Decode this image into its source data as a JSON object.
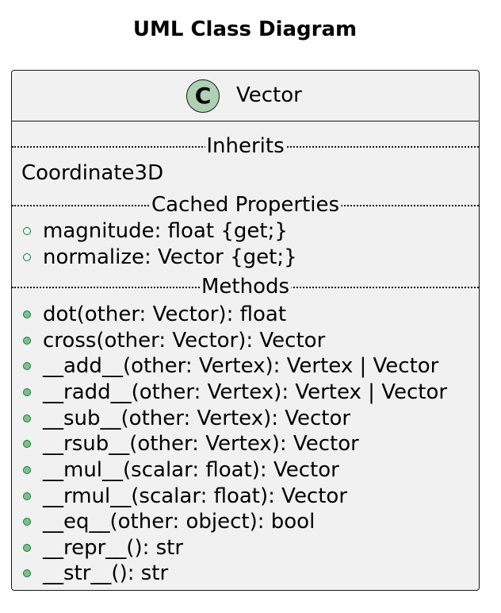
{
  "diagram": {
    "title": "UML Class Diagram"
  },
  "class": {
    "icon_letter": "C",
    "name": "Vector",
    "sections": {
      "inherits": {
        "label": "Inherits",
        "items": [
          "Coordinate3D"
        ]
      },
      "cached_properties": {
        "label": "Cached Properties",
        "items": [
          "magnitude: float {get;}",
          "normalize: Vector {get;}"
        ]
      },
      "methods": {
        "label": "Methods",
        "items": [
          "dot(other: Vector): float",
          "cross(other: Vector): Vector",
          "__add__(other: Vertex): Vertex | Vector",
          "__radd__(other: Vertex): Vertex | Vector",
          "__sub__(other: Vertex): Vector",
          "__rsub__(other: Vertex): Vector",
          "__mul__(scalar: float): Vector",
          "__rmul__(scalar: float): Vector",
          "__eq__(other: object): bool",
          "__repr__(): str",
          "__str__(): str"
        ]
      }
    }
  },
  "colors": {
    "box_fill": "#f1f1f1",
    "border": "#181818",
    "class_icon_fill": "#add1b2",
    "public_icon_stroke": "#038048",
    "public_icon_fill": "#84be84"
  },
  "icons": {
    "class_icon": "class-c-circle-icon",
    "field_visibility": "public-field-hollow-circle-icon",
    "method_visibility": "public-method-filled-circle-icon"
  }
}
